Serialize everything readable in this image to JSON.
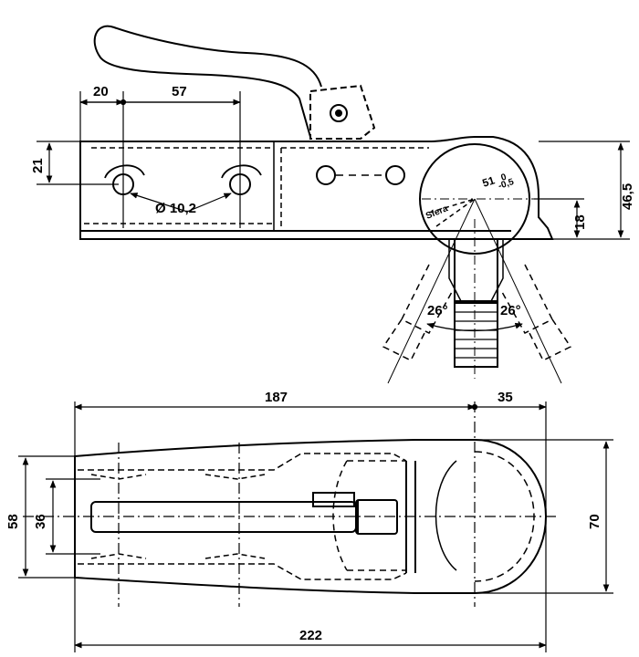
{
  "side_view": {
    "dims": {
      "offset_20": "20",
      "spacing_57": "57",
      "height_21": "21",
      "height_46_5": "46,5",
      "height_18": "18",
      "hole_dia": "Ø 10,2",
      "ball_dia": "51",
      "ball_tol": "-0,5",
      "ball_tol_upper": "0",
      "ball_label": "Sfera",
      "angle_left": "26°",
      "angle_right": "26°"
    }
  },
  "top_view": {
    "dims": {
      "length_187": "187",
      "length_35": "35",
      "width_58": "58",
      "width_36": "36",
      "width_70": "70",
      "total_222": "222"
    }
  }
}
